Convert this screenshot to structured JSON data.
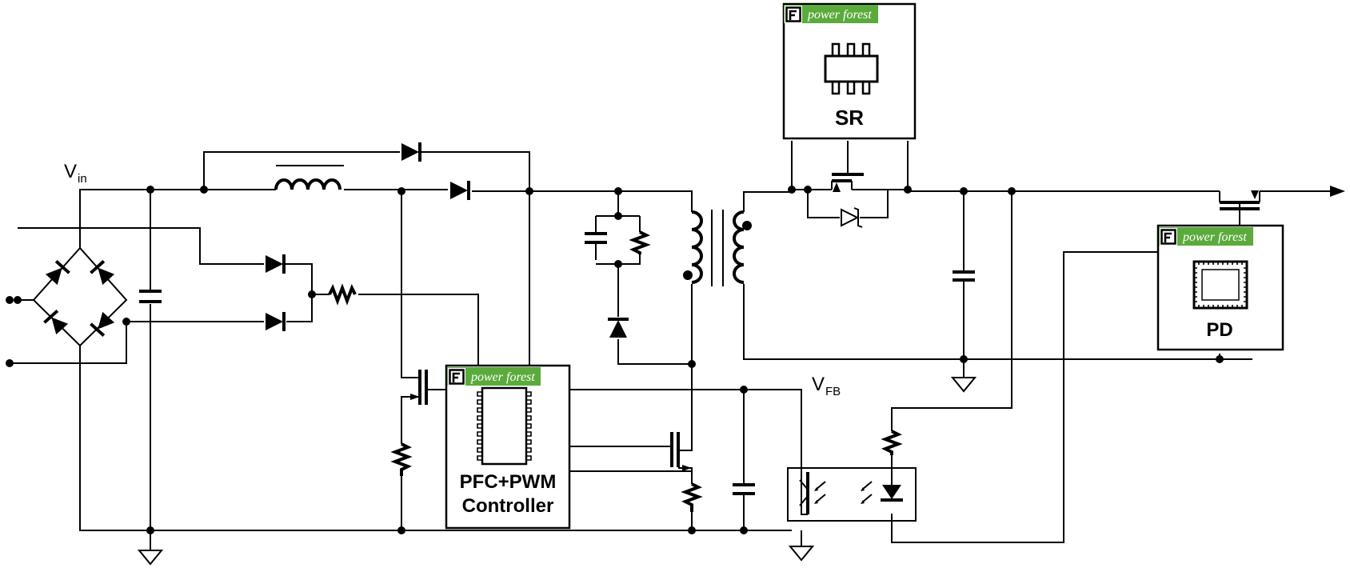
{
  "labels": {
    "vin_main": "V",
    "vin_sub": "in",
    "vfb_main": "V",
    "vfb_sub": "FB"
  },
  "chips": {
    "sr": {
      "title": "SR",
      "brand": "power forest"
    },
    "pd": {
      "title": "PD",
      "brand": "power forest"
    },
    "controller": {
      "title_line1": "PFC+PWM",
      "title_line2": "Controller",
      "brand": "power forest"
    }
  },
  "colors": {
    "brand_green": "#5aab3c",
    "wire": "#000000",
    "background": "#ffffff"
  }
}
